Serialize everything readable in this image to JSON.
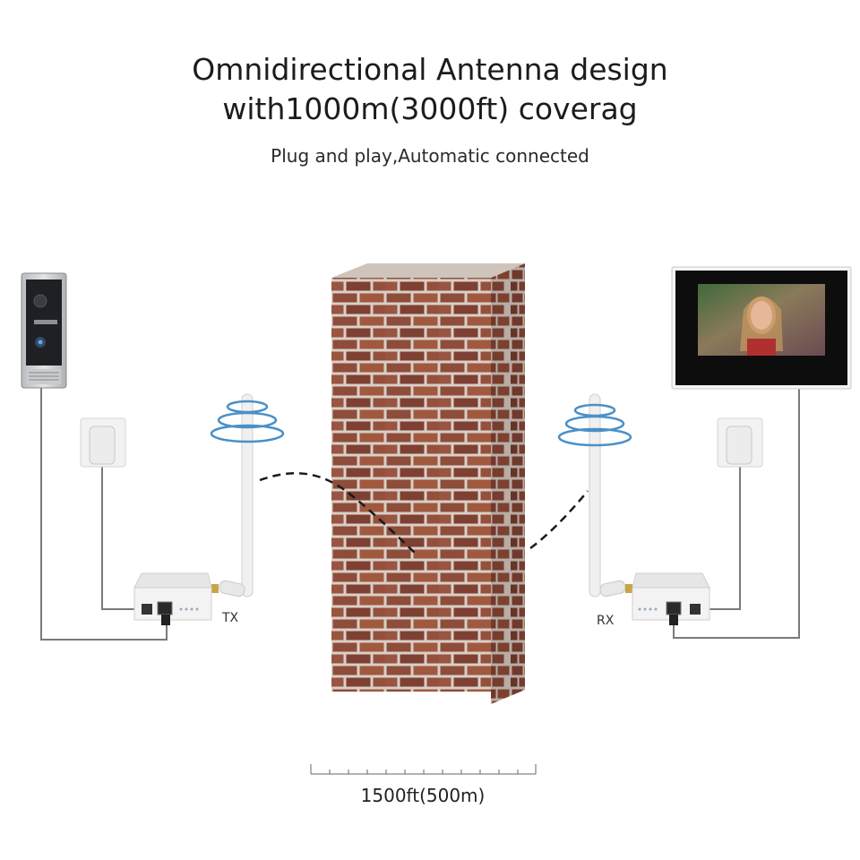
{
  "title": {
    "line1": "Omnidirectional Antenna design",
    "line2": "with1000m(3000ft) coverag"
  },
  "subtitle": "Plug and play,Automatic connected",
  "transmitter": {
    "label": "TX"
  },
  "receiver": {
    "label": "RX"
  },
  "distance": {
    "label": "1500ft(500m)"
  },
  "colors": {
    "cable": "#7a7a7a",
    "brick": "#8a4a38",
    "mortar": "#d9cfc7",
    "wave": "#4a90c8",
    "link": "#1a1a1a"
  },
  "icons": {
    "outdoor_unit": "doorbell-panel-icon",
    "indoor_monitor": "video-monitor-icon",
    "power": "power-adapter-icon",
    "bridge": "wireless-bridge-icon",
    "antenna": "antenna-icon",
    "wall": "brick-wall-icon"
  }
}
